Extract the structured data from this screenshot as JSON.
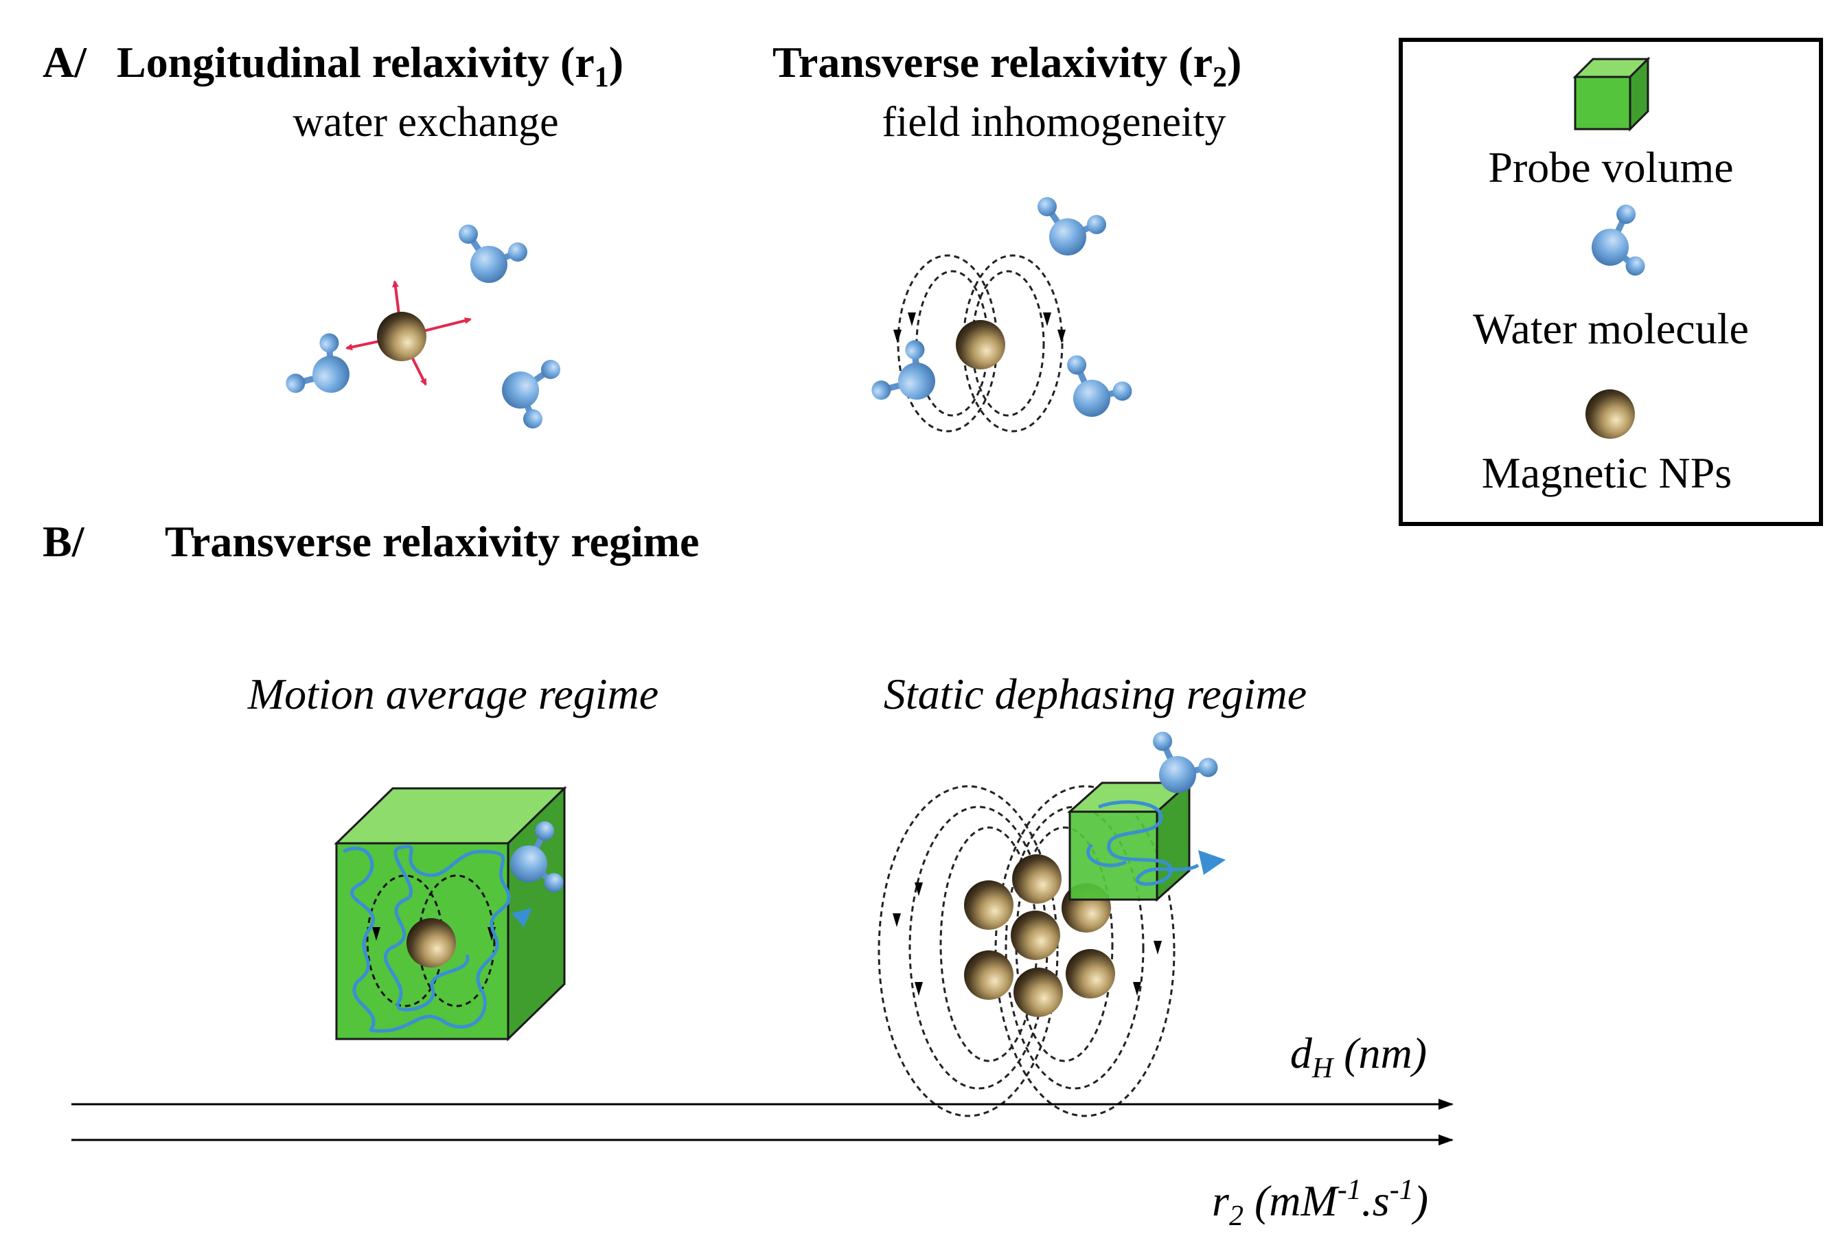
{
  "colors": {
    "cube_front": "#54c43c",
    "cube_top": "#8ddc6c",
    "cube_side": "#3f9e2e",
    "water": "#6fa7de",
    "water_dark": "#3f78b8",
    "np_light": "#f3e2b8",
    "np_dark": "#1b140c",
    "arrow_red": "#e3284f",
    "path_blue": "#3a8fd4",
    "ink": "#000000"
  },
  "panel_a": {
    "label": "A/",
    "left": {
      "title_main": "Longitudinal relaxivity (r",
      "title_sub": "1",
      "title_end": ")",
      "subtitle": "water exchange"
    },
    "right": {
      "title_main": "Transverse relaxivity (r",
      "title_sub": "2",
      "title_end": ")",
      "subtitle": "field inhomogeneity"
    }
  },
  "legend": {
    "items": [
      {
        "icon": "probe-volume-cube-icon",
        "label": "Probe volume"
      },
      {
        "icon": "water-molecule-icon",
        "label": "Water molecule"
      },
      {
        "icon": "magnetic-np-sphere-icon",
        "label": "Magnetic NPs"
      }
    ]
  },
  "panel_b": {
    "label": "B/",
    "title": "Transverse relaxivity regime",
    "regimes": [
      "Motion average regime",
      "Static dephasing regime"
    ],
    "axis_dh": {
      "main": "d",
      "sub": "H",
      "unit": " (nm)"
    },
    "axis_r2": {
      "main": "r",
      "sub": "2",
      "unit_pre": " (mM",
      "sup1": "-1",
      "unit_mid": ".s",
      "sup2": "-1",
      "unit_end": ")"
    }
  }
}
